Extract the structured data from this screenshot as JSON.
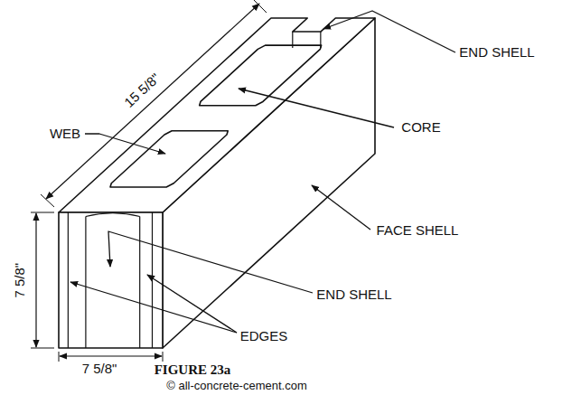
{
  "diagram": {
    "caption": "FIGURE 23a",
    "labels": [
      "15 5/8\"",
      "WEB",
      "CORE",
      "END SHELL",
      "FACE SHELL",
      "END SHELL",
      "EDGES",
      "7 5/8\"",
      "7 5/8\"",
      "© all-concrete-cement.com"
    ]
  }
}
